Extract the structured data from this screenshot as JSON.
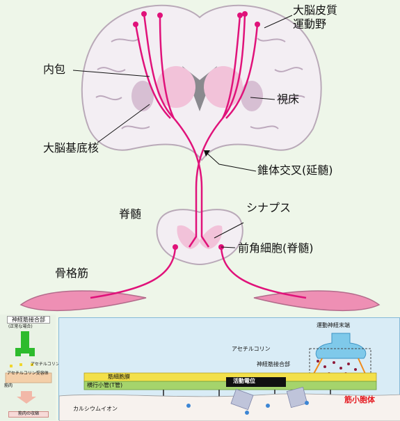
{
  "labels": {
    "motor_cortex_line1": "大脳皮質",
    "motor_cortex_line2": "運動野",
    "internal_capsule": "内包",
    "thalamus": "視床",
    "basal_ganglia": "大脳基底核",
    "pyramidal_decussation": "錐体交叉(延髄)",
    "spinal_cord": "脊髄",
    "synapse": "シナプス",
    "anterior_horn_cell": "前角細胞(脊髄)",
    "skeletal_muscle": "骨格筋"
  },
  "inset_left": {
    "title_line1": "神経筋接合部",
    "title_line2": "(正常な場合)",
    "acetylcholine": "アセチルコリン",
    "receptor": "アセチルコリン受容体",
    "muscle": "筋肉",
    "contraction": "筋肉の収縮"
  },
  "arrow_symbol": "⇒",
  "inset_right": {
    "motor_nerve_terminal": "運動神経末端",
    "acetylcholine": "アセチルコリン",
    "nmj": "神経筋接合部",
    "sarcolemma": "筋細胞膜",
    "t_tubule": "横行小管(T管)",
    "action_potential": "活動電位",
    "myofibril": "筋小胞体",
    "calcium_ion": "カルシウムイオン"
  },
  "colors": {
    "pathway": "#e0127a",
    "brain_fill": "#f3eef3",
    "brain_stroke": "#b9a9b8",
    "muscle": "#ee8fb4",
    "membrane_yellow": "#f3e04a",
    "membrane_green": "#a5d46c",
    "accent_red": "#e4151c"
  }
}
